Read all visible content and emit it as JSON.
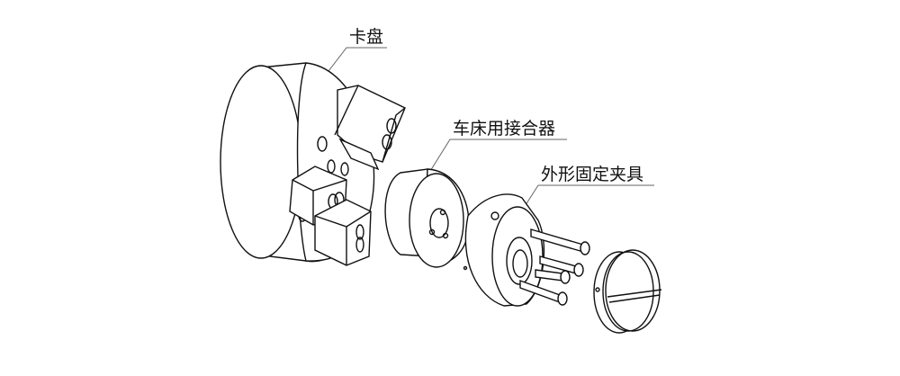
{
  "labels": {
    "chuck": "卡盘",
    "lathe_adapter": "车床用接合器",
    "fixture": "外形固定夹具"
  }
}
